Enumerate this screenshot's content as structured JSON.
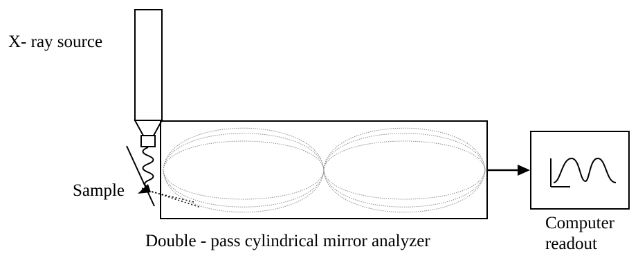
{
  "labels": {
    "xray_source": "X- ray source",
    "sample": "Sample",
    "analyzer": "Double - pass cylindrical mirror analyzer",
    "computer_line1": "Computer",
    "computer_line2": "readout"
  },
  "colors": {
    "stroke": "#000000",
    "trajectory": "#8c8c8c",
    "background": "#ffffff"
  }
}
